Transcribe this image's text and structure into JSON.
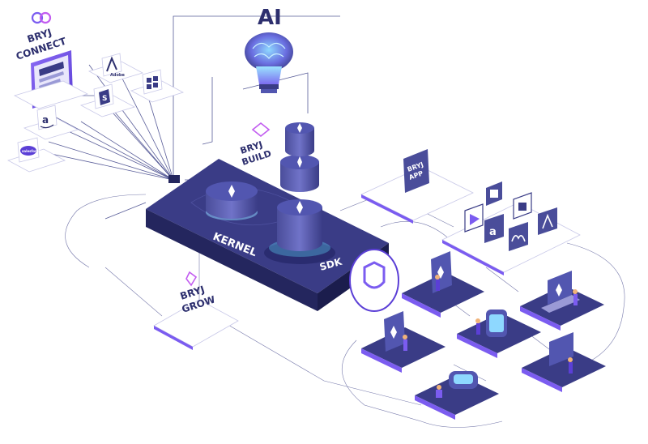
{
  "labels": {
    "ai": "AI",
    "bryj_connect_line1": "BRYJ",
    "bryj_connect_line2": "CONNECT",
    "bryj_build_line1": "BRYJ",
    "bryj_build_line2": "BUILD",
    "bryj_grow_line1": "BRYJ",
    "bryj_grow_line2": "GROW",
    "bryj_app_line1": "BRYJ",
    "bryj_app_line2": "APP",
    "kernel": "KERNEL",
    "sdk": "SDK",
    "adobe": "Adobe",
    "salesforce": "salesforce"
  },
  "colors": {
    "platform_top": "#3a3c86",
    "platform_side": "#24265e",
    "accent_purple": "#7b5cf0",
    "accent_cyan": "#5fd6f5",
    "ink": "#2d2f6e",
    "tile_white": "#ffffff"
  },
  "icons": [
    "brain-icon",
    "lightbulb-icon",
    "shield-icon",
    "adobe-icon",
    "shopify-icon",
    "windows-icon",
    "amazon-icon",
    "salesforce-icon",
    "meta-icon",
    "app-store-icon",
    "play-store-icon",
    "android-icon",
    "vr-headset-icon",
    "smartwatch-icon",
    "tablet-icon",
    "laptop-icon",
    "smartphone-icon"
  ]
}
